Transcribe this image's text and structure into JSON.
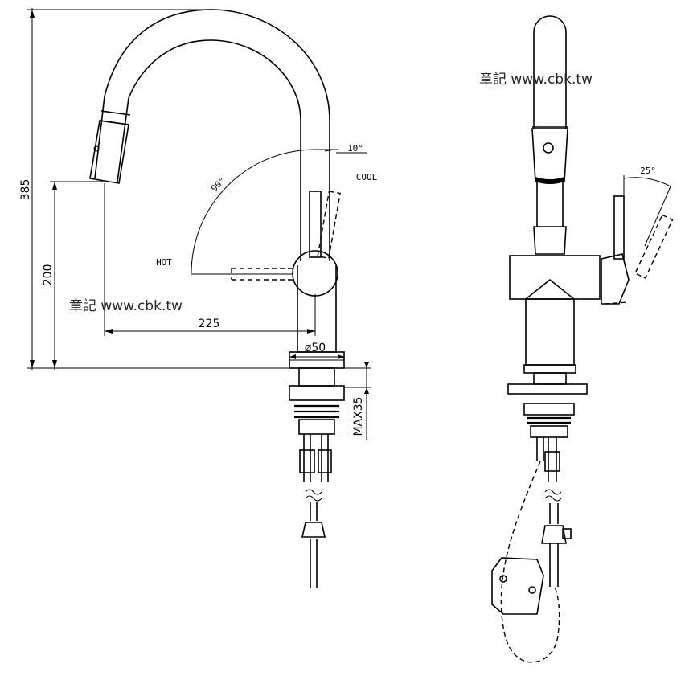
{
  "watermark_left": "章記 www.cbk.tw",
  "watermark_right": "章記 www.cbk.tw",
  "dimensions": {
    "total_height": "385",
    "spout_height": "200",
    "reach": "225",
    "base_diameter": "ø50",
    "deck_thickness": "MAX35",
    "swivel_angle": "90°",
    "cold_angle": "10°",
    "lever_angle": "25°"
  },
  "labels": {
    "hot": "HOT",
    "cold": "COOL"
  }
}
